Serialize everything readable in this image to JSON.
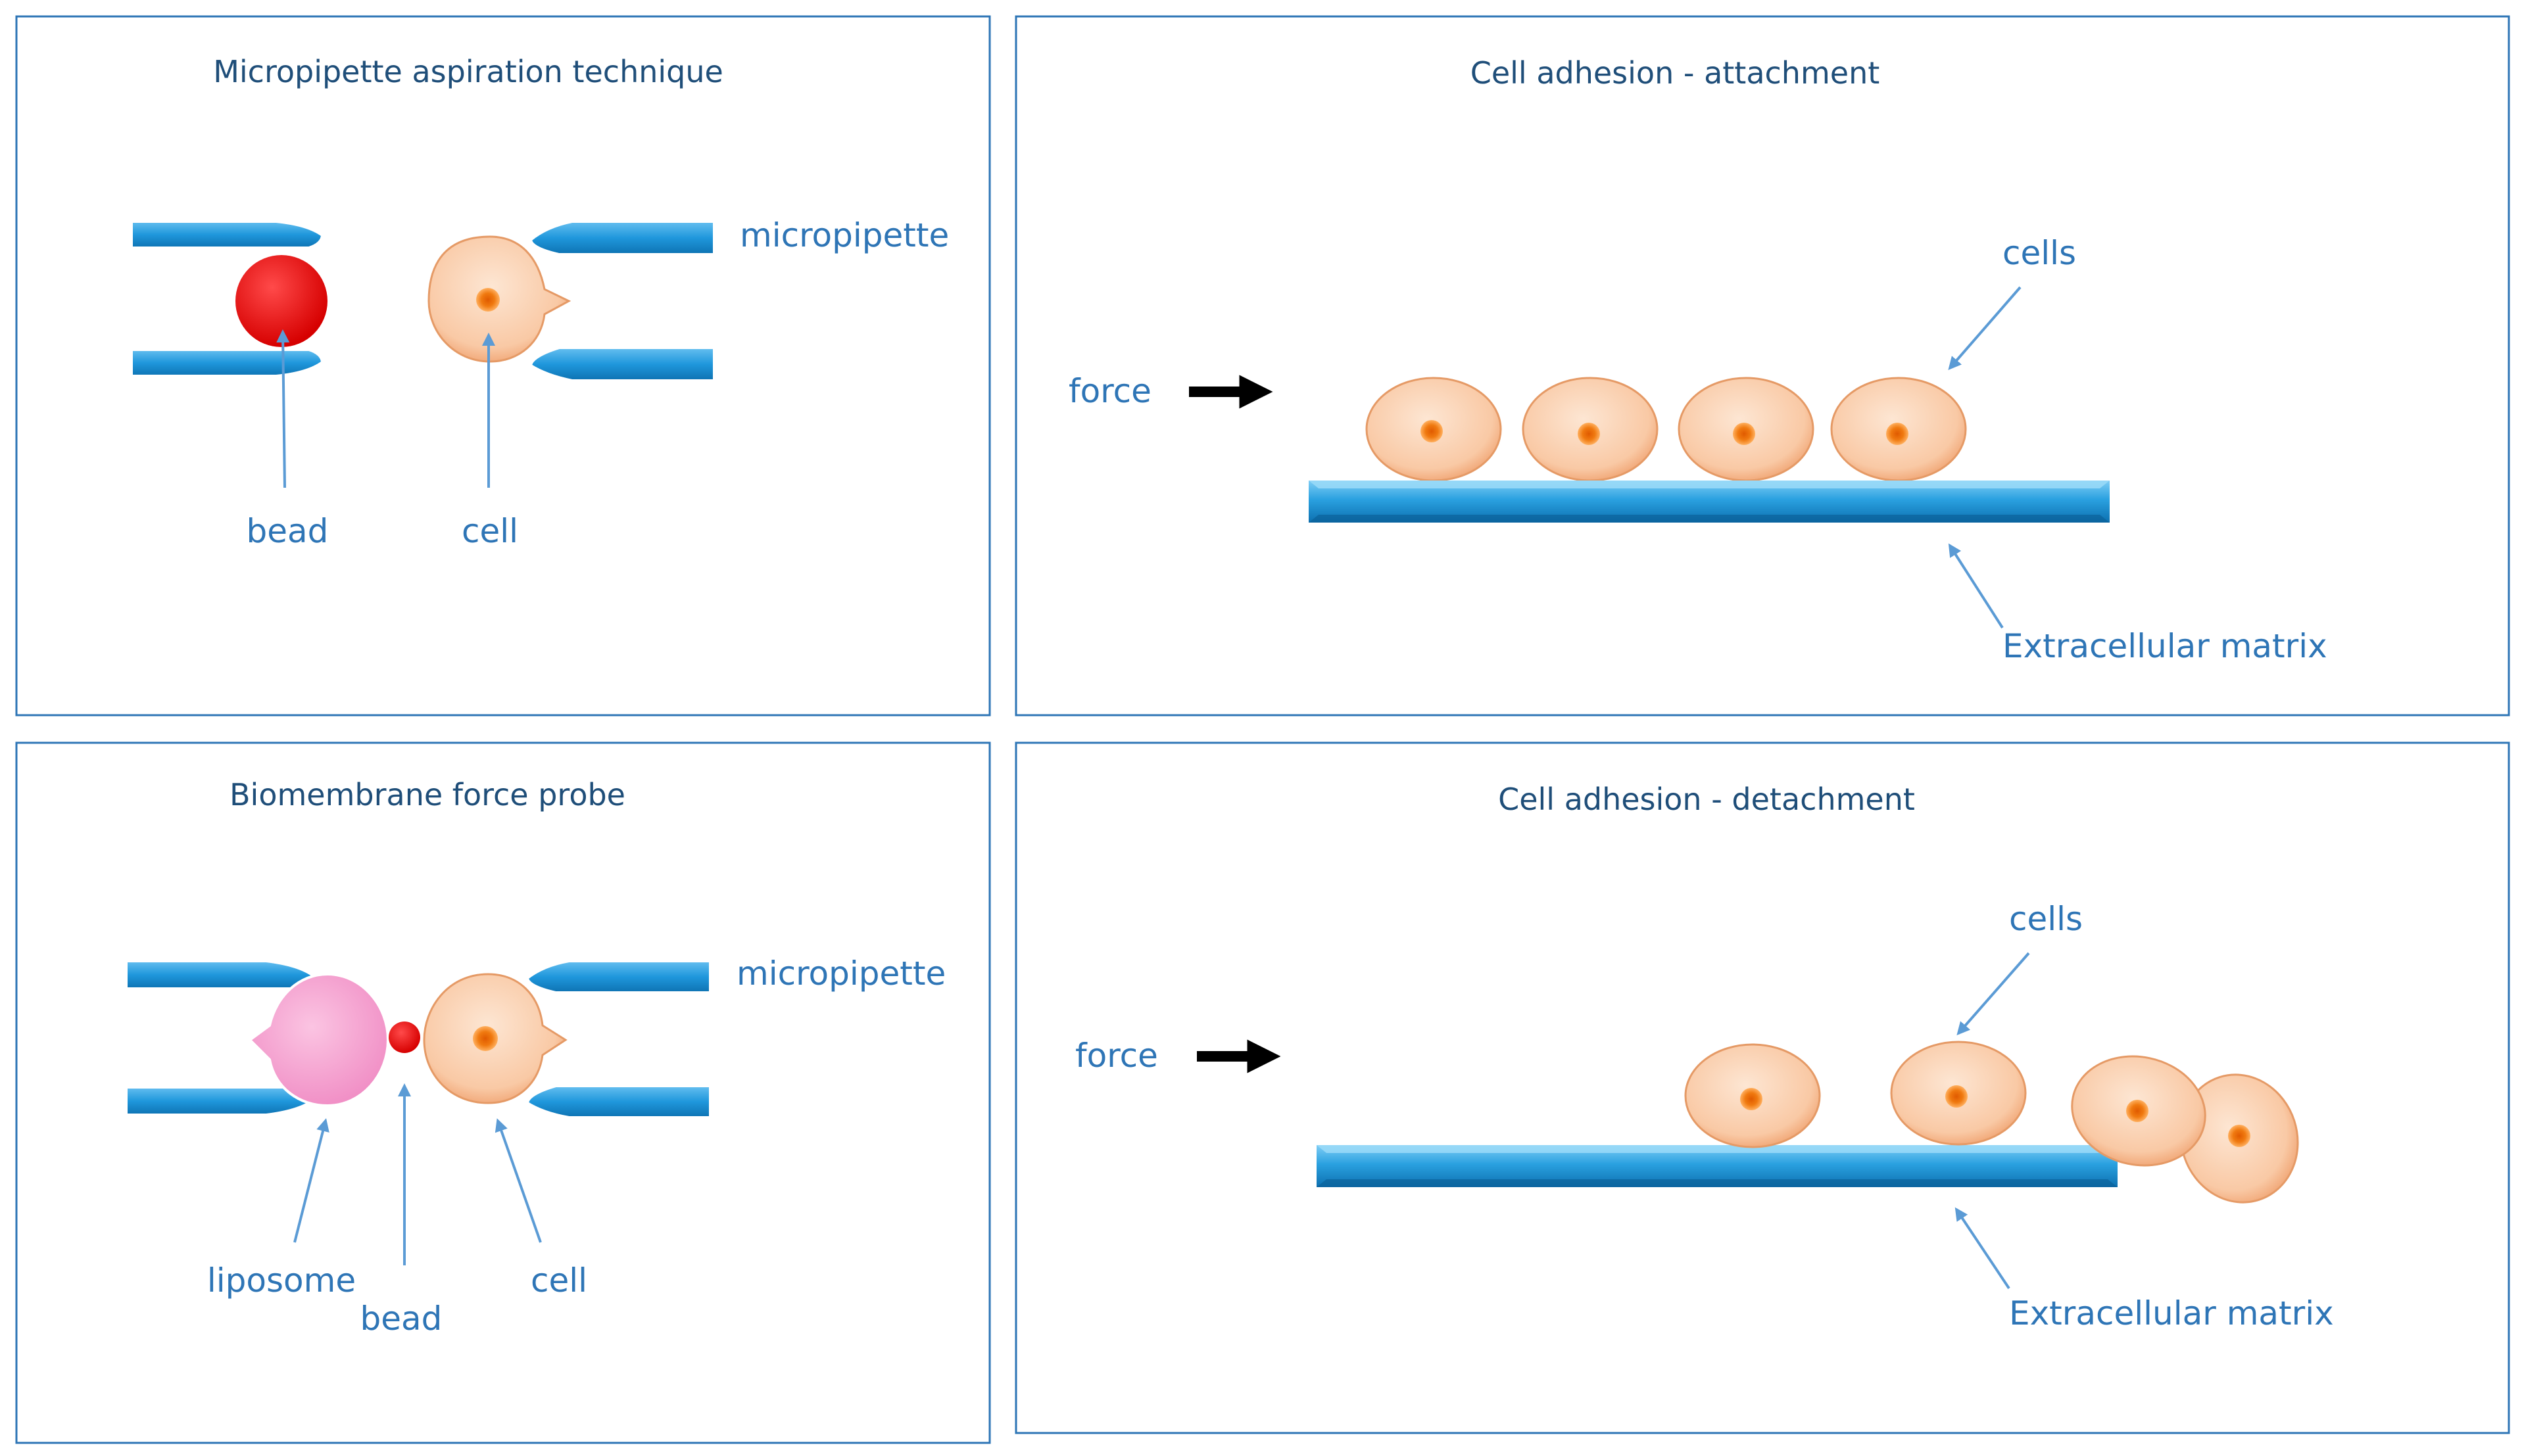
{
  "panels": {
    "micropipette_aspiration": {
      "title": "Micropipette aspiration technique",
      "labels": {
        "micropipette": "micropipette",
        "bead": "bead",
        "cell": "cell"
      }
    },
    "attachment": {
      "title": "Cell adhesion - attachment",
      "labels": {
        "force": "force",
        "cells": "cells",
        "matrix": "Extracellular matrix"
      }
    },
    "biomembrane_force_probe": {
      "title": "Biomembrane force probe",
      "labels": {
        "micropipette": "micropipette",
        "liposome": "liposome",
        "bead": "bead",
        "cell": "cell"
      }
    },
    "detachment": {
      "title": "Cell adhesion - detachment",
      "labels": {
        "force": "force",
        "cells": "cells",
        "matrix": "Extracellular matrix"
      }
    }
  },
  "colors": {
    "border": "#2e75b6",
    "title_text": "#1f4e79",
    "label_text": "#2e75b6",
    "pipette": "#1e90d6",
    "cell_fill": "#fbd0b0",
    "nucleus": "#f07a10",
    "bead": "#ee1111",
    "liposome": "#f7a4cf",
    "force_arrow": "#000000"
  }
}
